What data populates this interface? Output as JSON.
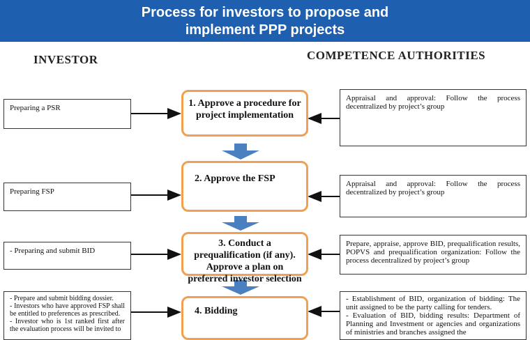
{
  "banner": {
    "line1": "Process for investors to propose and",
    "line2": "implement PPP projects",
    "color": "#1f5fb0"
  },
  "headings": {
    "investor": "INVESTOR",
    "authorities": "COMPETENCE AUTHORITIES"
  },
  "steps": [
    {
      "label": "1. Approve a procedure for project implementation"
    },
    {
      "label": "2. Approve the FSP"
    },
    {
      "label": "3. Conduct a prequalification (if any). Approve a plan on preferred investor selection"
    },
    {
      "label": "4. Bidding"
    }
  ],
  "investor_boxes": [
    {
      "text": "Preparing a PSR"
    },
    {
      "text": "Preparing FSP"
    },
    {
      "text": "- Preparing and submit BID"
    },
    {
      "text": "- Prepare and submit bidding dossier.\n- Investors who have approved FSP shall be entitled to preferences as prescribed.\n- Investor who is 1st ranked first after the evaluation process will be invited to"
    }
  ],
  "authority_boxes": [
    {
      "text": "Appraisal and approval: Follow the process decentralized by project’s group"
    },
    {
      "text": "Appraisal and approval: Follow the process decentralized by project’s group"
    },
    {
      "text": "Prepare, appraise, approve BID, prequalification results, POPVS and prequalification organization: Follow the process decentralized by project’s group"
    },
    {
      "text": "- Establishment of BID, organization of bidding: The unit assigned to be the party calling for tenders.\n- Evaluation of BID, bidding results: Department of Planning and Investment or agencies and organizations of ministries and branches assigned the"
    }
  ],
  "colors": {
    "step_border": "#f0a050",
    "down_arrow": "#4a7fc0"
  }
}
